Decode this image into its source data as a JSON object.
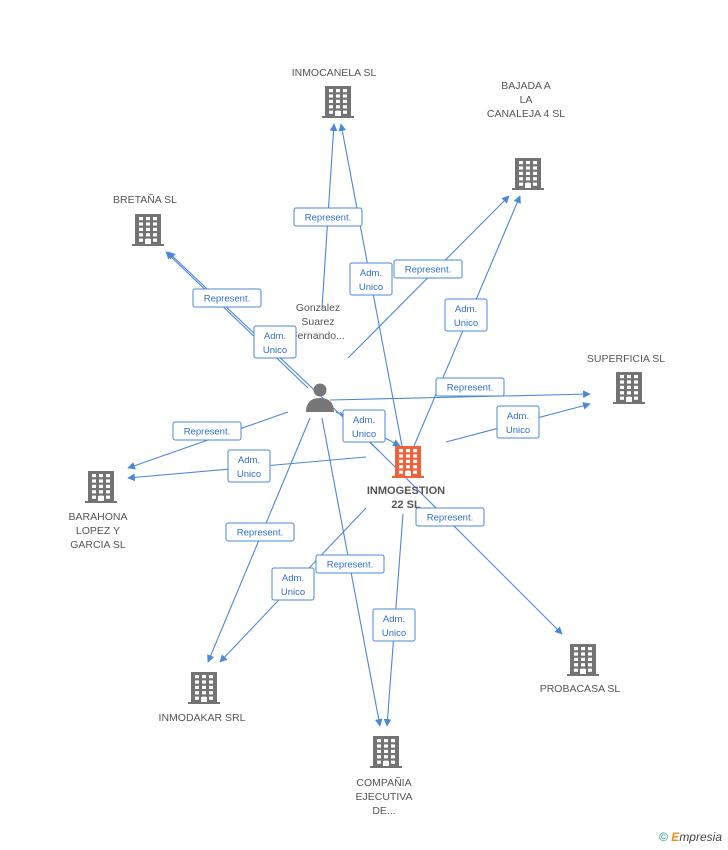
{
  "center_company": {
    "lines": [
      "INMOGESTION",
      "22 SL"
    ],
    "color": "#f0623a"
  },
  "person": {
    "lines": [
      "Gonzalez",
      "Suarez",
      "Fernando..."
    ]
  },
  "companies": [
    {
      "id": "inmocanela",
      "lines": [
        "INMOCANELA SL"
      ]
    },
    {
      "id": "bajada",
      "lines": [
        "BAJADA A",
        "LA",
        "CANALEJA 4 SL"
      ]
    },
    {
      "id": "bretana",
      "lines": [
        "BRETAÑA SL"
      ]
    },
    {
      "id": "superficia",
      "lines": [
        "SUPERFICIA SL"
      ]
    },
    {
      "id": "barahona",
      "lines": [
        "BARAHONA",
        "LOPEZ Y",
        "GARCIA SL"
      ]
    },
    {
      "id": "inmodakar",
      "lines": [
        "INMODAKAR SRL"
      ]
    },
    {
      "id": "compania",
      "lines": [
        "COMPAÑIA",
        "EJECUTIVA",
        "DE..."
      ]
    },
    {
      "id": "probacasa",
      "lines": [
        "PROBACASA SL"
      ]
    }
  ],
  "edge_labels": {
    "represent": "Represent.",
    "adm_unico": [
      "Adm.",
      "Unico"
    ]
  },
  "edges": [
    {
      "from": "person",
      "to": "inmocanela",
      "type": "represent"
    },
    {
      "from": "center",
      "to": "inmocanela",
      "type": "adm_unico"
    },
    {
      "from": "person",
      "to": "bajada",
      "type": "represent"
    },
    {
      "from": "center",
      "to": "bajada",
      "type": "adm_unico"
    },
    {
      "from": "person",
      "to": "bretana",
      "type": "represent"
    },
    {
      "from": "center",
      "to": "bretana",
      "type": "adm_unico"
    },
    {
      "from": "person",
      "to": "superficia",
      "type": "represent"
    },
    {
      "from": "center",
      "to": "superficia",
      "type": "adm_unico"
    },
    {
      "from": "person",
      "to": "barahona",
      "type": "represent"
    },
    {
      "from": "center",
      "to": "barahona",
      "type": "adm_unico"
    },
    {
      "from": "person",
      "to": "inmodakar",
      "type": "represent"
    },
    {
      "from": "center",
      "to": "inmodakar",
      "type": "adm_unico"
    },
    {
      "from": "person",
      "to": "compania",
      "type": "represent"
    },
    {
      "from": "center",
      "to": "compania",
      "type": "adm_unico"
    },
    {
      "from": "person",
      "to": "center",
      "type": "adm_unico"
    },
    {
      "from": "person",
      "to": "probacasa",
      "type": "represent"
    }
  ],
  "footer": {
    "copyright": "©",
    "brand_first": "E",
    "brand_rest": "mpresia"
  }
}
